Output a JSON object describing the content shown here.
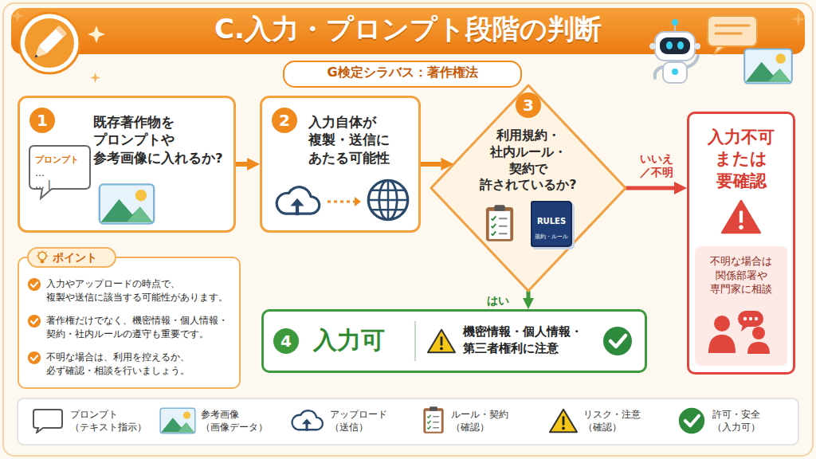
{
  "diagram": {
    "title": "C.入力・プロンプト段階の判断",
    "nodes": [
      {
        "text": [
          "G検定シラバス：著作権法"
        ]
      },
      {
        "text": [
          "既存著作物を プロンプトや 参考画像に入れるか?"
        ]
      },
      {
        "text": [
          "1"
        ],
        "in": 1
      },
      {
        "text": [
          "プロンプト",
          "…",
          "… |"
        ],
        "in": 1
      },
      {
        "text": [
          "入力自体が 複製・送信に あたる可能性"
        ]
      },
      {
        "text": [
          "2"
        ],
        "in": 4
      },
      {
        "text": [
          "利用規約・ 社内ルール・ 契約で 許されているか?"
        ]
      },
      {
        "text": [
          "3"
        ],
        "in": 6
      },
      {
        "text": [
          "RULES",
          "規約・ルール"
        ],
        "in": 6
      },
      {
        "text": [
          "入力不可 または 要確認"
        ]
      },
      {
        "text": [
          "不明な場合は 関係部署や 専門家に相談"
        ],
        "in": 9
      },
      {
        "text": [
          "入力可",
          "機密情報・個人情報・ 第三者権利に注意"
        ]
      },
      {
        "text": [
          "4"
        ],
        "in": 11
      },
      {
        "text": [
          "入力やアップロードの時点で、 複製や送信に該当する可能性があります。",
          "著作権だけでなく、機密情報・個人情報・ 契約・社内ルールの遵守も重要です。",
          "不明な場合は、利用を控えるか、 必ず確認・相談を行いましょう。"
        ]
      },
      {
        "text": [
          "ポイント"
        ],
        "in": 13
      }
    ],
    "edges": [
      {
        "from": 1,
        "to": 4,
        "arrow": "to"
      },
      {
        "from": 4,
        "to": 6,
        "arrow": "to"
      },
      {
        "from": 6,
        "to": 9,
        "label": "いいえ ／不明",
        "arrow": "to"
      },
      {
        "from": 6,
        "to": 11,
        "label": "はい",
        "arrow": "to"
      }
    ],
    "legend": [
      {
        "text": "プロンプト （テキスト指示）"
      },
      {
        "text": "参考画像 （画像データ）"
      },
      {
        "text": "アップロード （送信）"
      },
      {
        "text": "ルール・契約 （確認）"
      },
      {
        "text": "リスク・注意 （確認）"
      },
      {
        "text": "許可・安全 （入力可）"
      }
    ]
  }
}
